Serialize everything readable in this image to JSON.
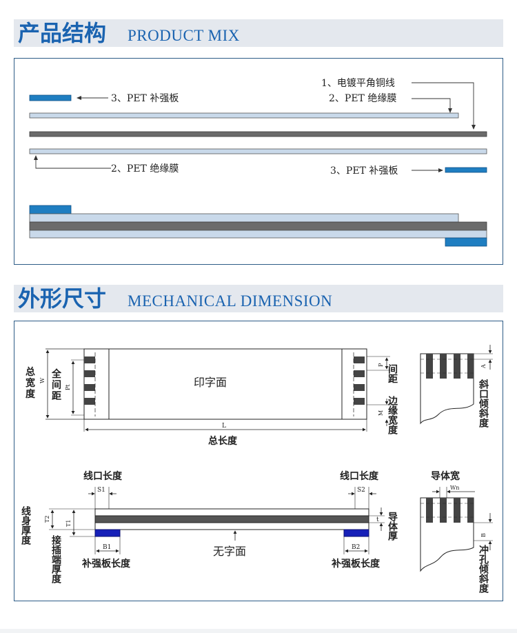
{
  "product_mix": {
    "title_cn": "产品结构",
    "title_en": "PRODUCT MIX",
    "labels": {
      "conductor": "1、电镀平角铜线",
      "insulation_top": "2、PET 绝缘膜",
      "stiffener_top": "3、PET 补强板",
      "insulation_bottom": "2、PET 绝缘膜",
      "stiffener_bottom": "3、PET 补强板"
    }
  },
  "mechanical": {
    "title_cn": "外形尺寸",
    "title_en": "MECHANICAL DIMENSION",
    "top": {
      "print_side": "印字面",
      "total_width": "总宽度",
      "W": "W",
      "full_pitch": "全间距",
      "Pt": "Pt",
      "P": "P",
      "pitch": "间距",
      "M": "M",
      "edge_width": "边缘宽度",
      "L": "L",
      "total_length": "总长度",
      "A": "A",
      "bevel_slope": "斜口倾斜度"
    },
    "bottom": {
      "line_open_left": "线口长度",
      "line_open_right": "线口长度",
      "S1": "S1",
      "S2": "S2",
      "cable_thickness": "线身厚度",
      "T2": "T2",
      "T1": "T1",
      "connector_thickness": "接插端厚度",
      "t": "t",
      "conductor_thickness": "导体厚",
      "B1": "B1",
      "B2": "B2",
      "stiffener_len_left": "补强板长度",
      "stiffener_len_right": "补强板长度",
      "no_print_side": "无字面",
      "conductor_width": "导体宽",
      "Wn": "Wn",
      "B": "B",
      "punch_slope": "冲孔倾斜度"
    }
  },
  "colors": {
    "accent_blue": "#1a63b0",
    "stiffener_blue": "#1f7ec1",
    "stiffener_dark": "#1620b8",
    "insulation": "#c9d9ea",
    "conductor": "#6b6b6b",
    "header_bg": "#e4e8ee",
    "panel_border": "#2c5b86"
  }
}
